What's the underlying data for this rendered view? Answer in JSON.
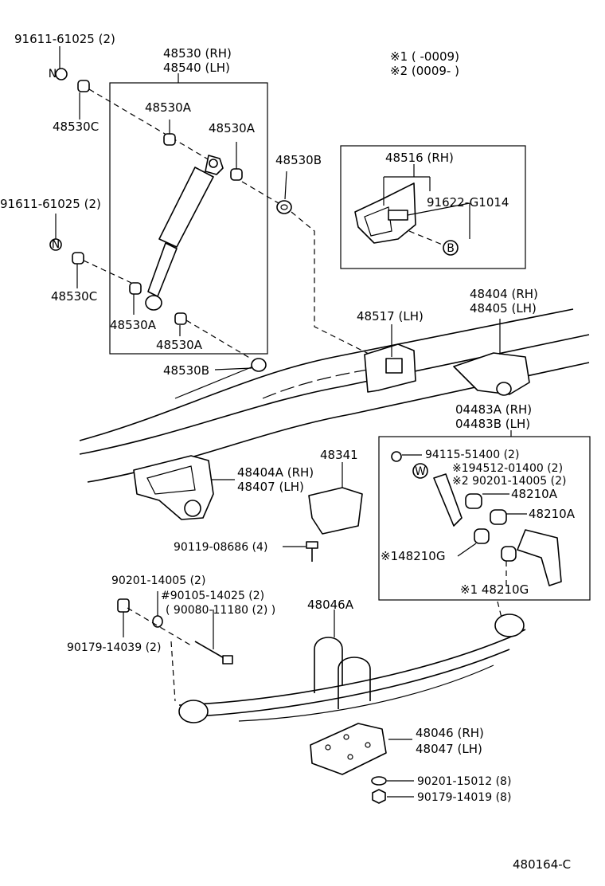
{
  "labels": {
    "p91611_top": "91611-61025 (2)",
    "p48530c_top": "48530C",
    "p48530_rh": "48530 (RH)",
    "p48540_lh": "48540 (LH)",
    "p48530a_1": "48530A",
    "p48530a_2": "48530A",
    "p48530b_1": "48530B",
    "note1": "※1 (        -0009)",
    "note2": "※2 (0009-        )",
    "p48516": "48516 (RH)",
    "p91622": "91622-G1014",
    "b_marker": "B",
    "p91611_mid": "91611-61025 (2)",
    "p48530c_mid": "48530C",
    "p48530a_3": "48530A",
    "p48530a_4": "48530A",
    "p48530b_2": "48530B",
    "p48517": "48517 (LH)",
    "p48404_rh": "48404 (RH)",
    "p48405_lh": "48405 (LH)",
    "p04483a": "04483A (RH)",
    "p04483b": "04483B (LH)",
    "p94115": "94115-51400 (2)",
    "w_marker": "W",
    "p194512": "※194512-01400 (2)",
    "p290201": "※2 90201-14005 (2)",
    "p48210a_1": "48210A",
    "p48210a_2": "48210A",
    "p148210g": "※148210G",
    "p148210g_2": "※1 48210G",
    "p48404a_rh": "48404A (RH)",
    "p48407_lh": "48407   (LH)",
    "p48341": "48341",
    "p90119": "90119-08686 (4)",
    "p90201_14005": "90201-14005 (2)",
    "p90105": "#90105-14025 (2)",
    "p90080": "( 90080-11180 (2) )",
    "p90179_14039": "90179-14039 (2)",
    "p48046a": "48046A",
    "p48046_rh": "48046 (RH)",
    "p48047_lh": "48047 (LH)",
    "p90201_15012": "90201-15012 (8)",
    "p90179_14019": "90179-14019 (8)",
    "n_marker_1": "N",
    "n_marker_2": "N",
    "figure_code": "480164-C"
  }
}
